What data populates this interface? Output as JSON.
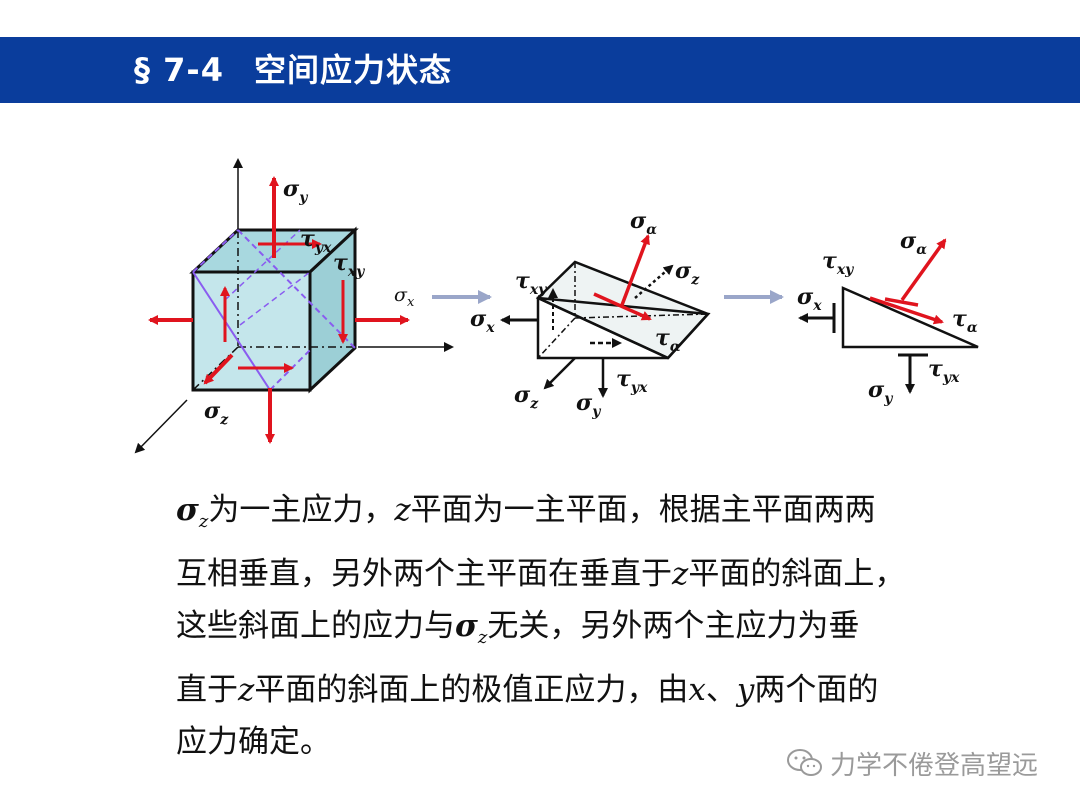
{
  "header": {
    "section": "§ 7-4",
    "title": "空间应力状态"
  },
  "symbols": {
    "sigma_y": "σ",
    "sigma_y_sub": "y",
    "tau_yx": "τ",
    "tau_yx_sub": "yx",
    "tau_xy": "τ",
    "tau_xy_sub": "xy",
    "sigma_z": "σ",
    "sigma_z_sub": "z",
    "sigma_x": "σ",
    "sigma_x_sub": "x",
    "sigma_alpha": "σ",
    "sigma_alpha_sub": "α",
    "tau_alpha": "τ",
    "tau_alpha_sub": "α"
  },
  "paragraph": {
    "l1a": "σ",
    "l1a_sub": "z",
    "l1b": "为一主应力，",
    "l1c": "z",
    "l1d": "平面为一主平面，根据主平面两两",
    "l2a": "互相垂直，另外两个主平面在垂直于",
    "l2b": "z",
    "l2c": "平面的斜面上，",
    "l3a": "这些斜面上的应力与",
    "l3b": "σ",
    "l3b_sub": "z",
    "l3c": "无关，另外两个主应力为垂",
    "l4a": "直于",
    "l4b": "z",
    "l4c": "平面的斜面上的极值正应力，由",
    "l4d": "x",
    "l4e": "、",
    "l4f": "y",
    "l4g": "两个面的",
    "l5a": "应力确定。"
  },
  "watermark": {
    "text": "力学不倦登高望远",
    "icon": "wechat-icon"
  },
  "colors": {
    "header": "#0a3d9c",
    "arrow": "#e0141e",
    "cube": "#bfe3e8",
    "dashed": "#8a5cf0"
  }
}
